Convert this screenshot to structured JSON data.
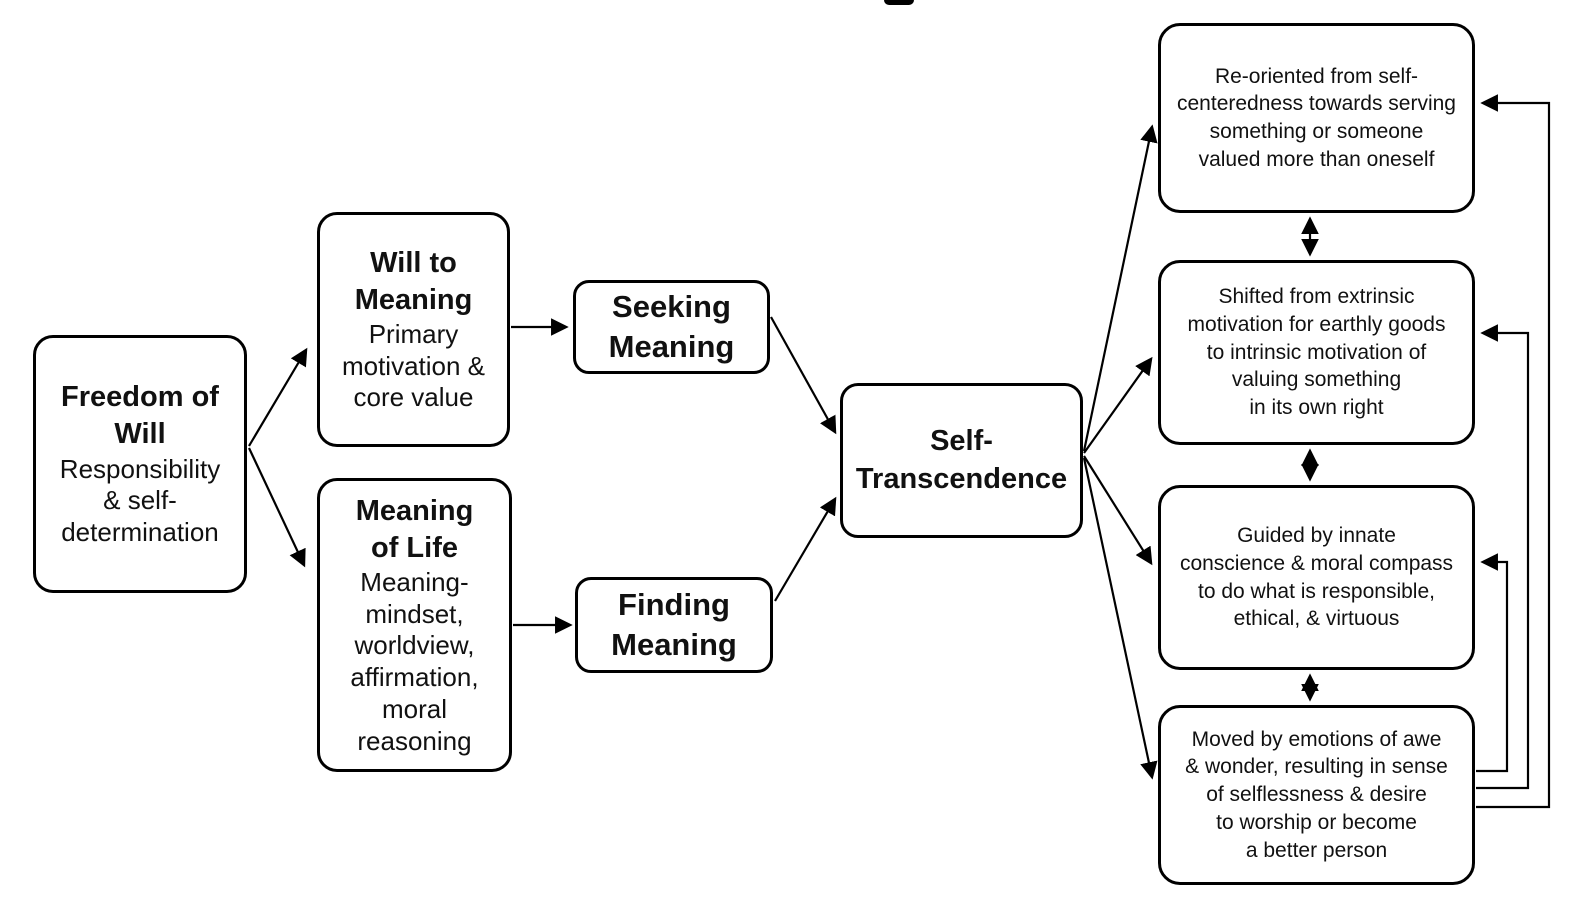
{
  "diagram": {
    "background_color": "#ffffff",
    "stroke_color": "#000000",
    "nodes": {
      "freedom_of_will": {
        "title": "Freedom of\nWill",
        "subtitle": "Responsibility\n& self-\ndetermination"
      },
      "will_to_meaning": {
        "title": "Will to\nMeaning",
        "subtitle": "Primary\nmotivation &\ncore value"
      },
      "meaning_of_life": {
        "title": "Meaning\nof Life",
        "subtitle": "Meaning-\nmindset,\nworldview,\naffirmation,\nmoral\nreasoning"
      },
      "seeking_meaning": {
        "title": "Seeking\nMeaning"
      },
      "finding_meaning": {
        "title": "Finding\nMeaning"
      },
      "self_transcendence": {
        "title": "Self-\nTranscendence"
      },
      "outcome_reoriented": {
        "text": "Re-oriented from self-\ncenteredness towards serving\nsomething or someone\nvalued more than oneself"
      },
      "outcome_shifted": {
        "text": "Shifted from extrinsic\nmotivation for earthly goods\nto intrinsic motivation of\nvaluing something\nin its own right"
      },
      "outcome_guided": {
        "text": "Guided by innate\nconscience & moral compass\nto do what is responsible,\nethical, & virtuous"
      },
      "outcome_moved": {
        "text": "Moved by emotions of awe\n& wonder, resulting in sense\nof selflessness & desire\nto worship or become\na better person"
      }
    }
  }
}
